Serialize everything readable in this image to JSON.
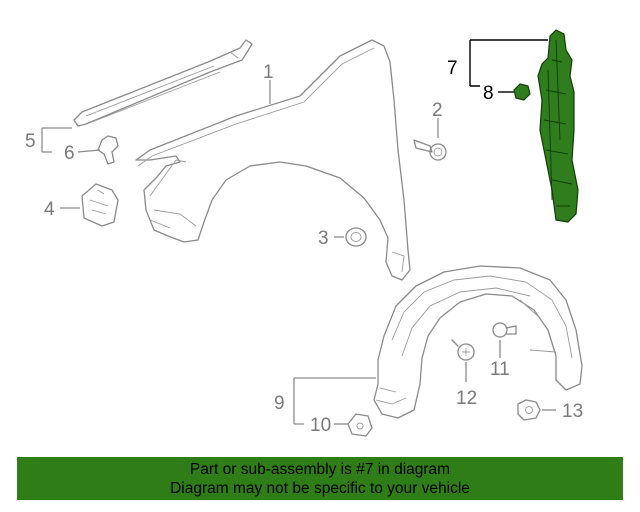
{
  "diagram": {
    "callouts": {
      "c1": "1",
      "c2": "2",
      "c3": "3",
      "c4": "4",
      "c5": "5",
      "c6": "6",
      "c7": "7",
      "c8": "8",
      "c9": "9",
      "c10": "10",
      "c11": "11",
      "c12": "12",
      "c13": "13"
    },
    "highlight_color": "#2e7d16",
    "highlighted_part": "7"
  },
  "banner": {
    "line1": "Part or sub-assembly is #7 in diagram",
    "line2": "Diagram may not be specific to your vehicle",
    "background": "#2e7d16"
  }
}
